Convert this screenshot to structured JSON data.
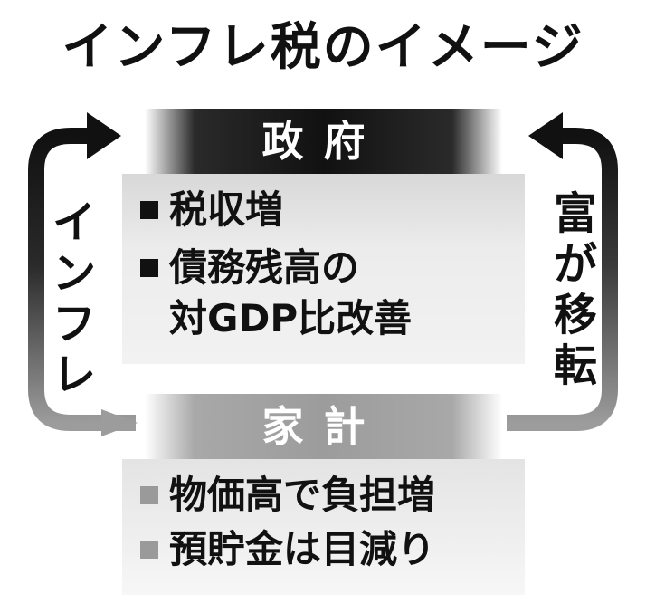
{
  "title": "インフレ税のイメージ",
  "government": {
    "label": "政府",
    "items": [
      {
        "lines": [
          "税収増"
        ]
      },
      {
        "lines": [
          "債務残高の",
          "対GDP比改善"
        ]
      }
    ]
  },
  "household": {
    "label": "家計",
    "items": [
      {
        "lines": [
          "物価高で負担増"
        ]
      },
      {
        "lines": [
          "預貯金は目減り"
        ]
      }
    ]
  },
  "left_arrow_label": [
    "イ",
    "ン",
    "フ",
    "レ"
  ],
  "right_arrow_label": [
    "富",
    "が",
    "移",
    "転"
  ],
  "colors": {
    "dark": "#111111",
    "gray": "#9c9c9c",
    "panel": "#ececec"
  }
}
